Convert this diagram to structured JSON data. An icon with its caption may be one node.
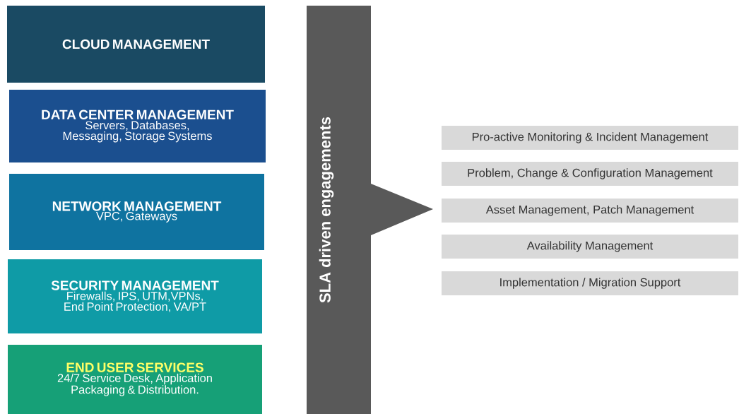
{
  "diagram": {
    "nodes": [
      {
        "text": [
          "CLOUD MANAGEMENT"
        ]
      },
      {
        "text": [
          "DATA CENTER MANAGEMENT",
          "Servers, Databases, Messaging, Storage Systems"
        ]
      },
      {
        "text": [
          "NETWORK MANAGEMENT",
          "VPC, Gateways"
        ]
      },
      {
        "text": [
          "SECURITY MANAGEMENT",
          "Firewalls, IPS, UTM,VPNs, End Point Protection, VA/PT"
        ]
      },
      {
        "text": [
          "END USER SERVICES",
          "24/7 Service Desk, Application Packaging & Distribution."
        ]
      },
      {
        "text": [
          "SLA driven engagements"
        ]
      },
      {
        "text": [
          "Pro-active Monitoring & Incident Management"
        ]
      },
      {
        "text": [
          "Problem, Change & Configuration Management"
        ]
      },
      {
        "text": [
          "Asset Management, Patch Management"
        ]
      },
      {
        "text": [
          "Availability Management"
        ]
      },
      {
        "text": [
          "Implementation / Migration Support"
        ]
      }
    ]
  }
}
